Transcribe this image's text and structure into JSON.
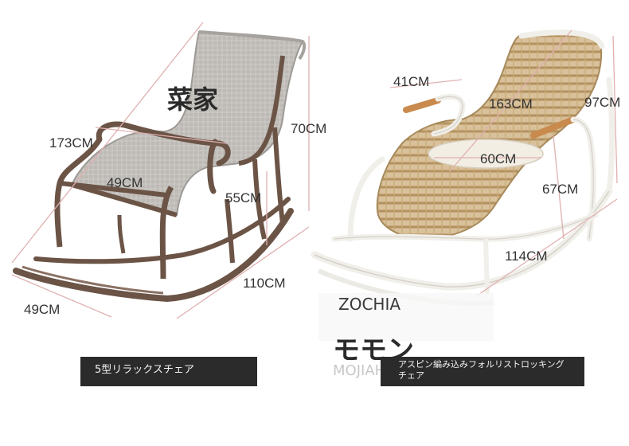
{
  "colors": {
    "left_frame": "#6b5446",
    "left_mesh": "#b9b6b2",
    "right_frame": "#f1efea",
    "rattan": "#c8ab7c",
    "wood": "#c98a4d",
    "cushion": "#f3eee4",
    "dimension_line": "#e0b0b0",
    "caption_bg": "#2b2b2b"
  },
  "left_product": {
    "watermark": "菜家",
    "dimensions": {
      "length": "173CM",
      "seat_width": "49CM",
      "height": "70CM",
      "seat_height": "55CM",
      "depth": "110CM",
      "base_width": "49CM"
    },
    "caption": "5型リラックスチェア"
  },
  "right_product": {
    "watermark": "モモン",
    "faint_text_top": "ZOCHIA",
    "faint_text_bottom": "MOJIAH",
    "dimensions": {
      "armrest": "41CM",
      "length": "163CM",
      "height": "97CM",
      "seat_width": "60CM",
      "seat_height": "67CM",
      "depth": "114CM"
    },
    "caption": "アスピン編み込みフォルリストロッキングチェア"
  }
}
